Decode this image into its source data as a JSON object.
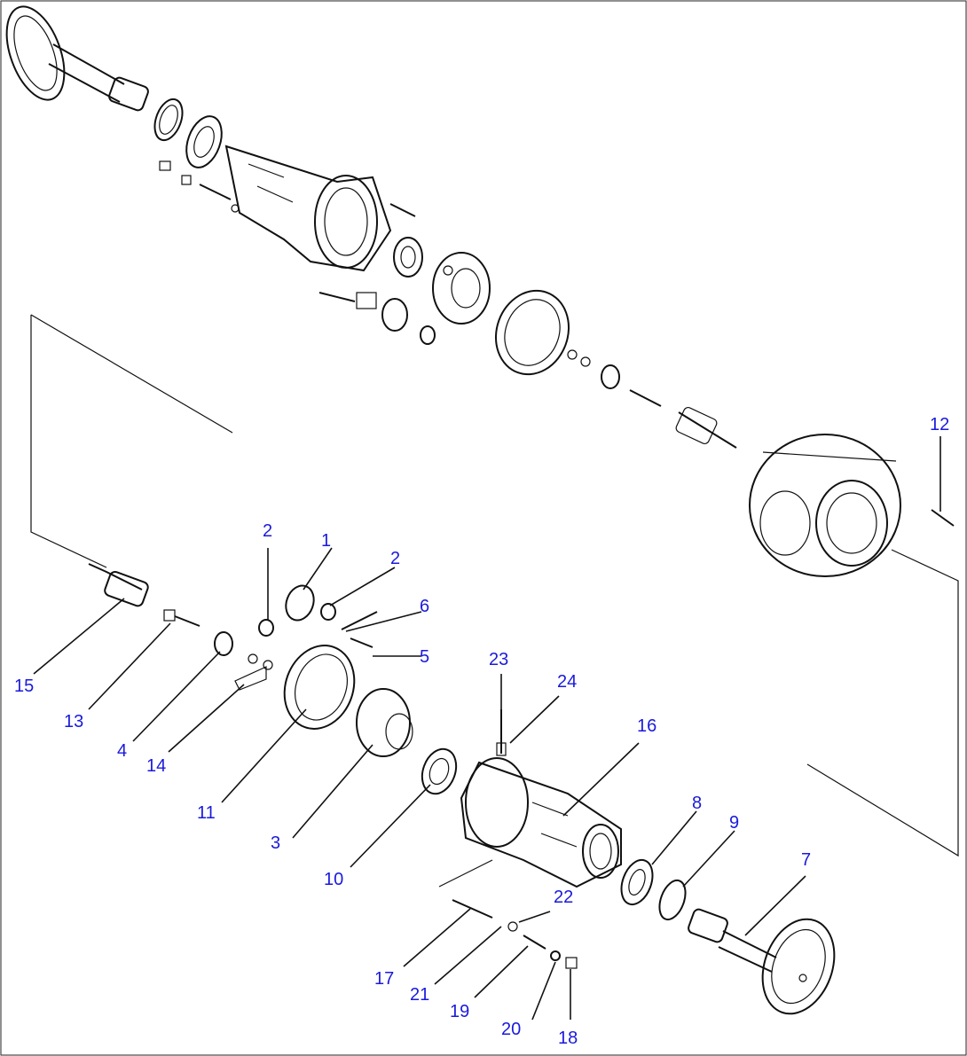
{
  "diagram": {
    "callouts": [
      {
        "id": "c1",
        "label": "1"
      },
      {
        "id": "c2a",
        "label": "2"
      },
      {
        "id": "c2b",
        "label": "2"
      },
      {
        "id": "c3",
        "label": "3"
      },
      {
        "id": "c4",
        "label": "4"
      },
      {
        "id": "c5",
        "label": "5"
      },
      {
        "id": "c6",
        "label": "6"
      },
      {
        "id": "c7",
        "label": "7"
      },
      {
        "id": "c8",
        "label": "8"
      },
      {
        "id": "c9",
        "label": "9"
      },
      {
        "id": "c10",
        "label": "10"
      },
      {
        "id": "c11",
        "label": "11"
      },
      {
        "id": "c12",
        "label": "12"
      },
      {
        "id": "c13",
        "label": "13"
      },
      {
        "id": "c14",
        "label": "14"
      },
      {
        "id": "c15",
        "label": "15"
      },
      {
        "id": "c16",
        "label": "16"
      },
      {
        "id": "c17",
        "label": "17"
      },
      {
        "id": "c18",
        "label": "18"
      },
      {
        "id": "c19",
        "label": "19"
      },
      {
        "id": "c20",
        "label": "20"
      },
      {
        "id": "c21",
        "label": "21"
      },
      {
        "id": "c22",
        "label": "22"
      },
      {
        "id": "c23",
        "label": "23"
      },
      {
        "id": "c24",
        "label": "24"
      }
    ],
    "callout_color": "#1a1adc",
    "line_color": "#111111"
  }
}
